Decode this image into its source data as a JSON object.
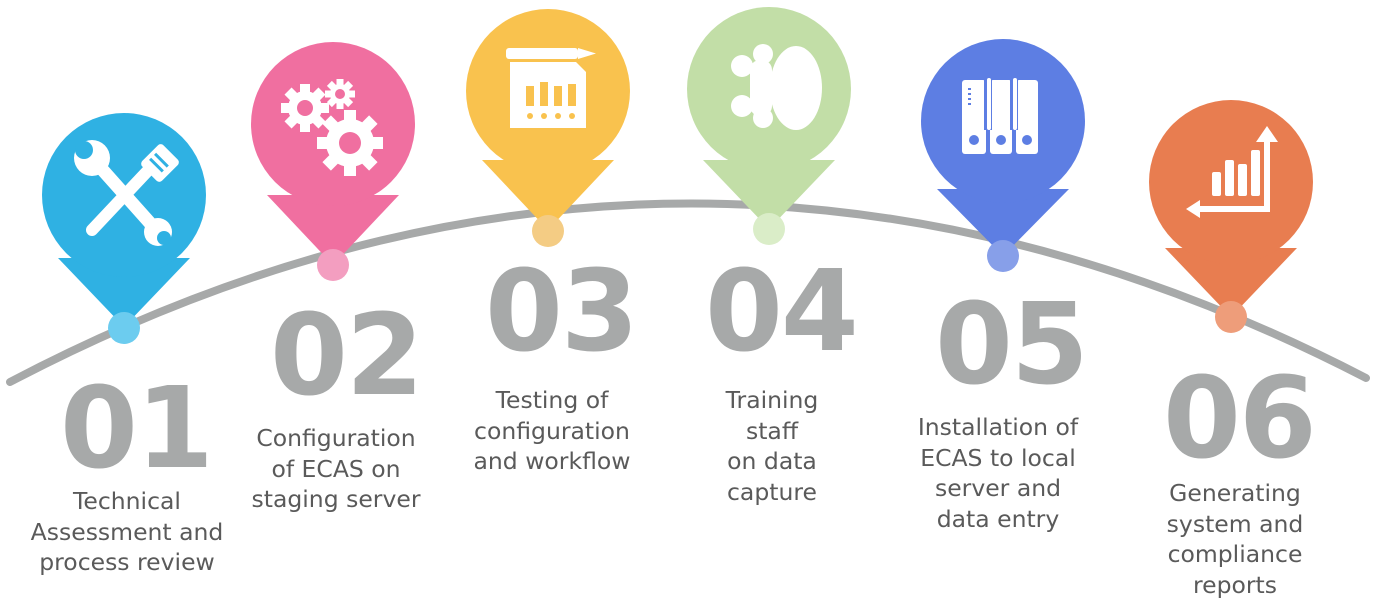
{
  "colors": {
    "arc": "#a7a9a9",
    "step_numbers": "#a7a9a9",
    "text": "#5a5a5a",
    "steps": [
      "#2fb1e3",
      "#f06fa0",
      "#f9c24e",
      "#c2dea7",
      "#5d7ee3",
      "#e87d50"
    ],
    "dots": [
      "#6cccef",
      "#f39ec0",
      "#f4cc84",
      "#daedc8",
      "#879fe9",
      "#ee9d7a"
    ]
  },
  "steps": [
    {
      "number": "01",
      "label": "Technical\nAssessment and\nprocess review",
      "icon": "tools-icon"
    },
    {
      "number": "02",
      "label": "Configuration\nof ECAS on\nstaging server",
      "icon": "gears-icon"
    },
    {
      "number": "03",
      "label": "Testing of\nconfiguration\nand workflow",
      "icon": "testing-board-icon"
    },
    {
      "number": "04",
      "label": "Training\nstaff\non data\ncapture",
      "icon": "team-icon"
    },
    {
      "number": "05",
      "label": "Installation of\nECAS to local\nserver and\ndata entry",
      "icon": "server-icon"
    },
    {
      "number": "06",
      "label": "Generating\nsystem and\ncompliance\nreports",
      "icon": "growth-chart-icon"
    }
  ]
}
